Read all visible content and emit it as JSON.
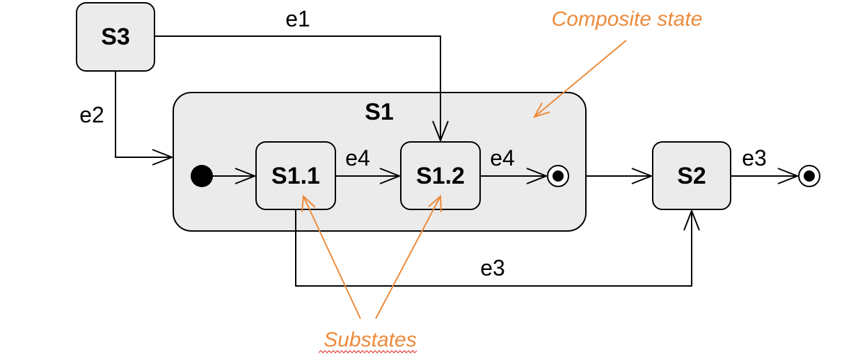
{
  "states": {
    "s3": "S3",
    "s1": "S1",
    "s1_1": "S1.1",
    "s1_2": "S1.2",
    "s2": "S2"
  },
  "transitions": {
    "s3_to_s1_2": "e1",
    "s3_to_s1": "e2",
    "s1_1_to_s1_2": "e4",
    "s1_2_to_final": "e4",
    "s1_1_to_s2": "e3",
    "s2_to_final": "e3"
  },
  "annotations": {
    "composite": "Composite state",
    "substates": "Substates"
  },
  "colors": {
    "annotation": "#ed8a3a",
    "state_fill": "#ebebeb"
  }
}
